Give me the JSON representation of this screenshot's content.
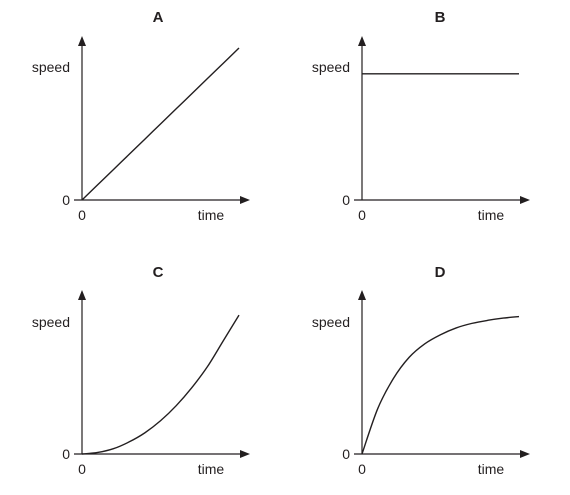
{
  "chart_data": [
    {
      "type": "line",
      "title": "A",
      "xlabel": "time",
      "ylabel": "speed",
      "x_tick_labels": [
        "0"
      ],
      "y_tick_labels": [
        "0"
      ],
      "xlim": [
        0,
        10
      ],
      "ylim": [
        0,
        10
      ],
      "grid": false,
      "series": [
        {
          "x": [
            0,
            1,
            2,
            3,
            4,
            5,
            6,
            7,
            8,
            9,
            10
          ],
          "y": [
            0,
            1,
            2,
            3,
            4,
            5,
            6,
            7,
            8,
            9,
            10
          ]
        }
      ]
    },
    {
      "type": "line",
      "title": "B",
      "xlabel": "time",
      "ylabel": "speed",
      "x_tick_labels": [
        "0"
      ],
      "y_tick_labels": [
        "0"
      ],
      "xlim": [
        0,
        10
      ],
      "ylim": [
        0,
        10
      ],
      "grid": false,
      "series": [
        {
          "x": [
            0,
            10
          ],
          "y": [
            8.3,
            8.3
          ]
        }
      ]
    },
    {
      "type": "line",
      "title": "C",
      "xlabel": "time",
      "ylabel": "speed",
      "x_tick_labels": [
        "0"
      ],
      "y_tick_labels": [
        "0"
      ],
      "xlim": [
        0,
        10
      ],
      "ylim": [
        0,
        10
      ],
      "grid": false,
      "series": [
        {
          "x": [
            0,
            1,
            2,
            3,
            4,
            5,
            6,
            7,
            8,
            9,
            10
          ],
          "y": [
            0,
            0.1,
            0.35,
            0.8,
            1.4,
            2.2,
            3.2,
            4.4,
            5.8,
            7.5,
            9.2
          ]
        }
      ]
    },
    {
      "type": "line",
      "title": "D",
      "xlabel": "time",
      "ylabel": "speed",
      "x_tick_labels": [
        "0"
      ],
      "y_tick_labels": [
        "0"
      ],
      "xlim": [
        0,
        10
      ],
      "ylim": [
        0,
        10
      ],
      "grid": false,
      "series": [
        {
          "x": [
            0,
            1,
            2,
            3,
            4,
            5,
            6,
            7,
            8,
            9,
            10
          ],
          "y": [
            0,
            3.0,
            5.0,
            6.4,
            7.3,
            7.9,
            8.35,
            8.65,
            8.85,
            9.0,
            9.1
          ]
        }
      ]
    }
  ]
}
